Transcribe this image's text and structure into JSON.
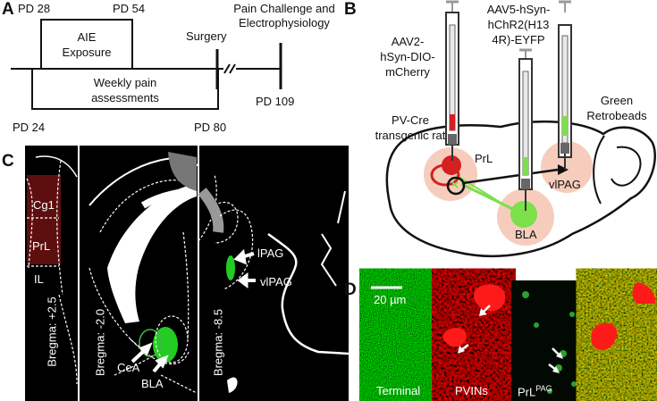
{
  "panels": {
    "a": "A",
    "b": "B",
    "c": "C",
    "d": "D"
  },
  "timeline": {
    "pd28": "PD 28",
    "pd54": "PD 54",
    "aie_line1": "AIE",
    "aie_line2": "Exposure",
    "surgery": "Surgery",
    "pain_line1": "Pain Challenge and",
    "pain_line2": "Electrophysiology",
    "weekly_line1": "Weekly pain",
    "weekly_line2": "assessments",
    "pd109": "PD 109",
    "pd24": "PD 24",
    "pd80": "PD 80"
  },
  "surgery_diagram": {
    "aav2": [
      "AAV2-",
      "hSyn-DIO-",
      "mCherry"
    ],
    "aav5": [
      "AAV5-hSyn-",
      "hChR2(H13",
      "4R)-EYFP"
    ],
    "beads": [
      "Green",
      "Retrobeads"
    ],
    "rat": [
      "PV-Cre",
      "transgenic rat"
    ],
    "prl": "PrL",
    "vlpag": "vlPAG",
    "bla": "BLA",
    "colors": {
      "red": "#d42020",
      "green": "#7be04a",
      "pink": "#f6cdbd"
    }
  },
  "histology": {
    "slice1": {
      "cg1": "Cg1",
      "prl": "PrL",
      "il": "IL",
      "bregma": "Bregma: +2.5"
    },
    "slice2": {
      "cea": "CeA",
      "bla": "BLA",
      "bregma": "Bregma: -2.0"
    },
    "slice3": {
      "lpag": "lPAG",
      "vlpag": "vlPAG",
      "bregma": "Bregma: -8.5"
    }
  },
  "microscopy": {
    "scale": "20 µm",
    "terminal": "Terminal",
    "pvins": "PVINs",
    "prl_pag_base": "PrL",
    "prl_pag_sup": "PAG"
  }
}
